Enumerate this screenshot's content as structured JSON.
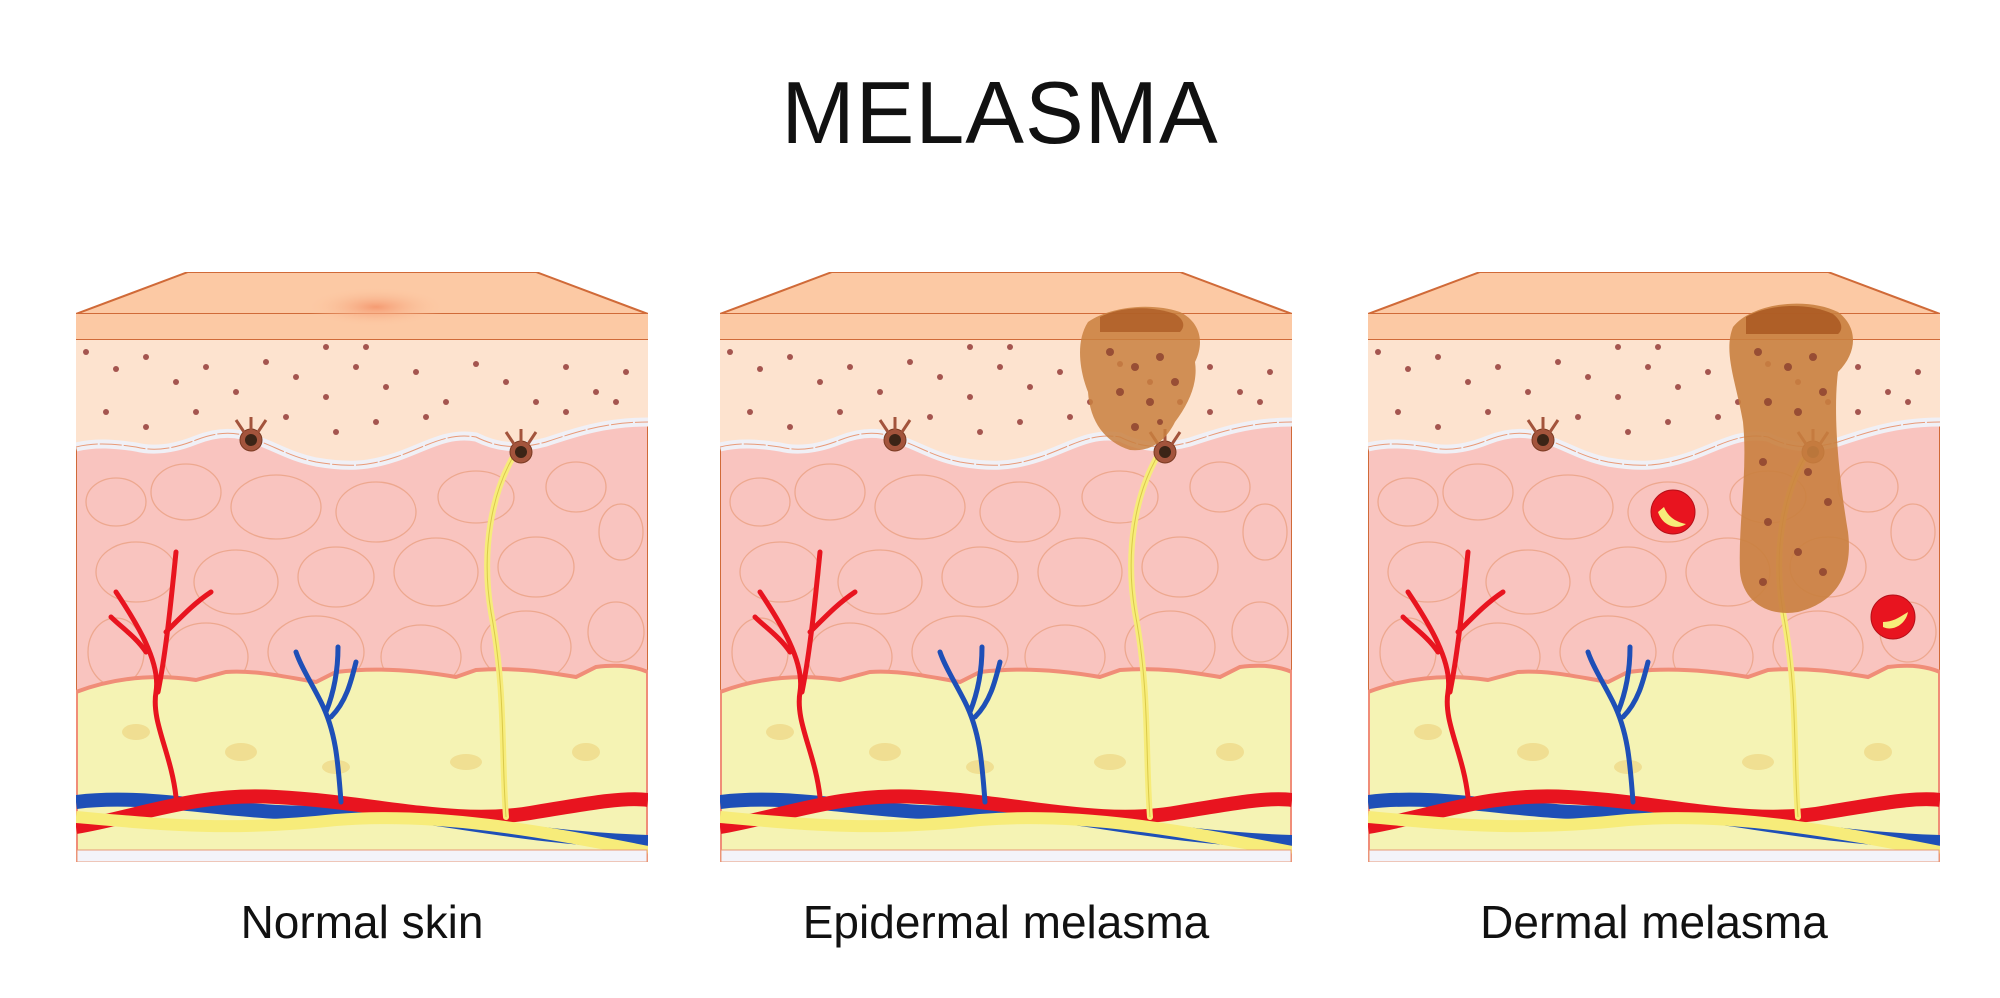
{
  "title": "MELASMA",
  "panels": [
    {
      "label": "Normal skin"
    },
    {
      "label": "Epidermal melasma"
    },
    {
      "label": "Dermal melasma"
    }
  ],
  "colors": {
    "stratum_corneum": "#fcc9a4",
    "epidermis": "#fde3cf",
    "dermis": "#f9c4bf",
    "hypodermis": "#f5f3b4",
    "artery": "#e8141f",
    "vein": "#1e4fb7",
    "nerve": "#f7ec7a",
    "melanin": "#a4554f",
    "melasma": "#c9803f",
    "outline": "#d06a38"
  }
}
